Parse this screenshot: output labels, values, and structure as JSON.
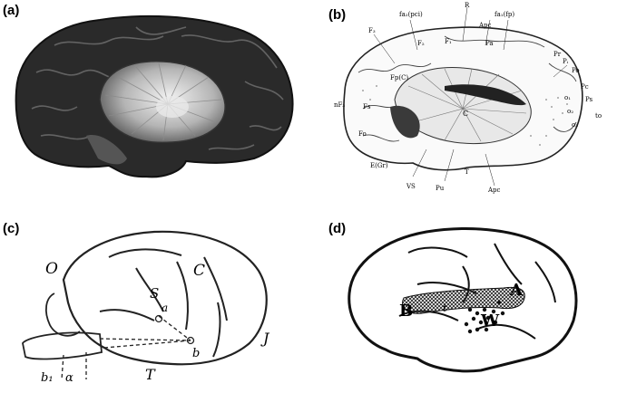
{
  "figure": {
    "panels": [
      {
        "id": "a",
        "label": "(a)"
      },
      {
        "id": "b",
        "label": "(b)"
      },
      {
        "id": "c",
        "label": "(c)"
      },
      {
        "id": "d",
        "label": "(d)"
      }
    ]
  },
  "panel_b": {
    "annotations": [
      "fa₂(pci)",
      "R",
      "Apc",
      "fa₁(fp)",
      "F₃",
      "F₂",
      "F₁",
      "Pa",
      "Fp(C)",
      "Pr",
      "Pc",
      "Pᵢ",
      "Fs",
      "Po",
      "Ps",
      "o₁",
      "o₂",
      "o₃",
      "C",
      "nF₃",
      "Fo",
      "E(Gr)",
      "VS",
      "T",
      "Pu",
      "Apc",
      "to"
    ]
  },
  "panel_c": {
    "annotations": [
      "O",
      "C",
      "S",
      "a",
      "b",
      "J",
      "T",
      "b₁",
      "α"
    ]
  },
  "panel_d": {
    "annotations": [
      "B",
      "A",
      "W",
      "t"
    ]
  }
}
